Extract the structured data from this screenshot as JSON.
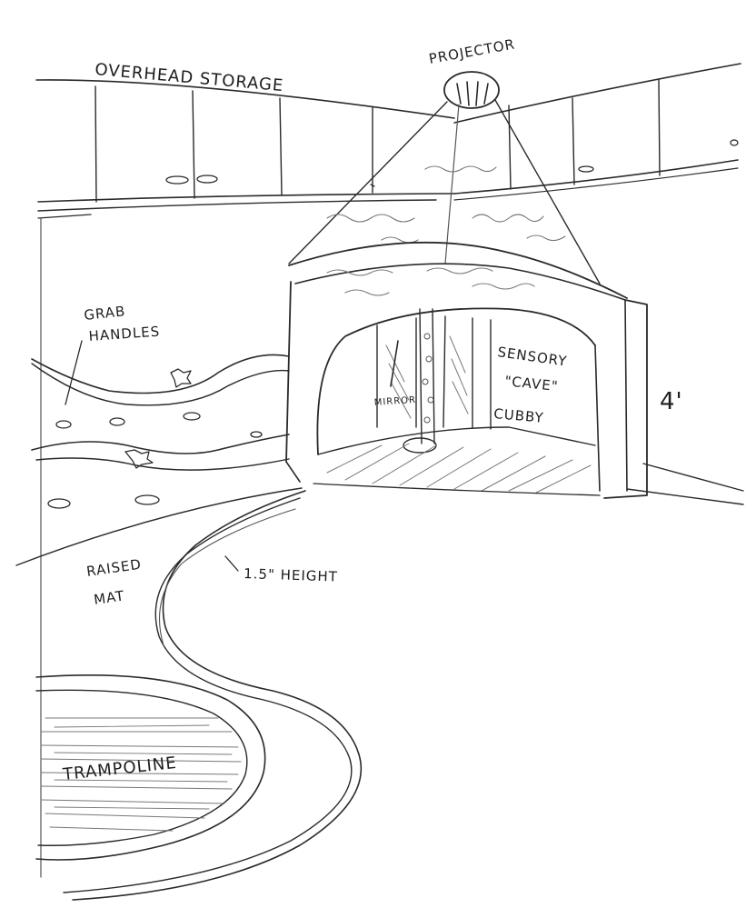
{
  "labels": {
    "overhead_storage": "OVERHEAD   STORAGE",
    "projector": "PROJECTOR",
    "grab_handles_line1": "GRAB",
    "grab_handles_line2": "HANDLES",
    "sensory_line1": "SENSORY",
    "sensory_line2": "\"CAVE\"",
    "sensory_line3": "CUBBY",
    "mirror": "MIRROR",
    "cubby_height": "4'",
    "raised_mat_line1": "RAISED",
    "raised_mat_line2": "MAT",
    "mat_height": "1.5\" HEIGHT",
    "trampoline": "TRAMPOLINE"
  }
}
